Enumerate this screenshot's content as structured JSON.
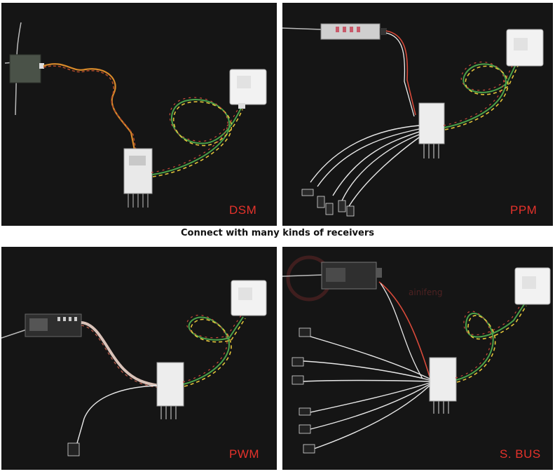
{
  "caption": "Connect with many kinds of receivers",
  "panels": {
    "dsm": {
      "label": "DSM"
    },
    "ppm": {
      "label": "PPM"
    },
    "pwm": {
      "label": "PWM"
    },
    "sbus": {
      "label": "S. BUS",
      "watermark": "ainifeng"
    }
  },
  "colors": {
    "label": "#e5322b",
    "background": "#151515"
  }
}
